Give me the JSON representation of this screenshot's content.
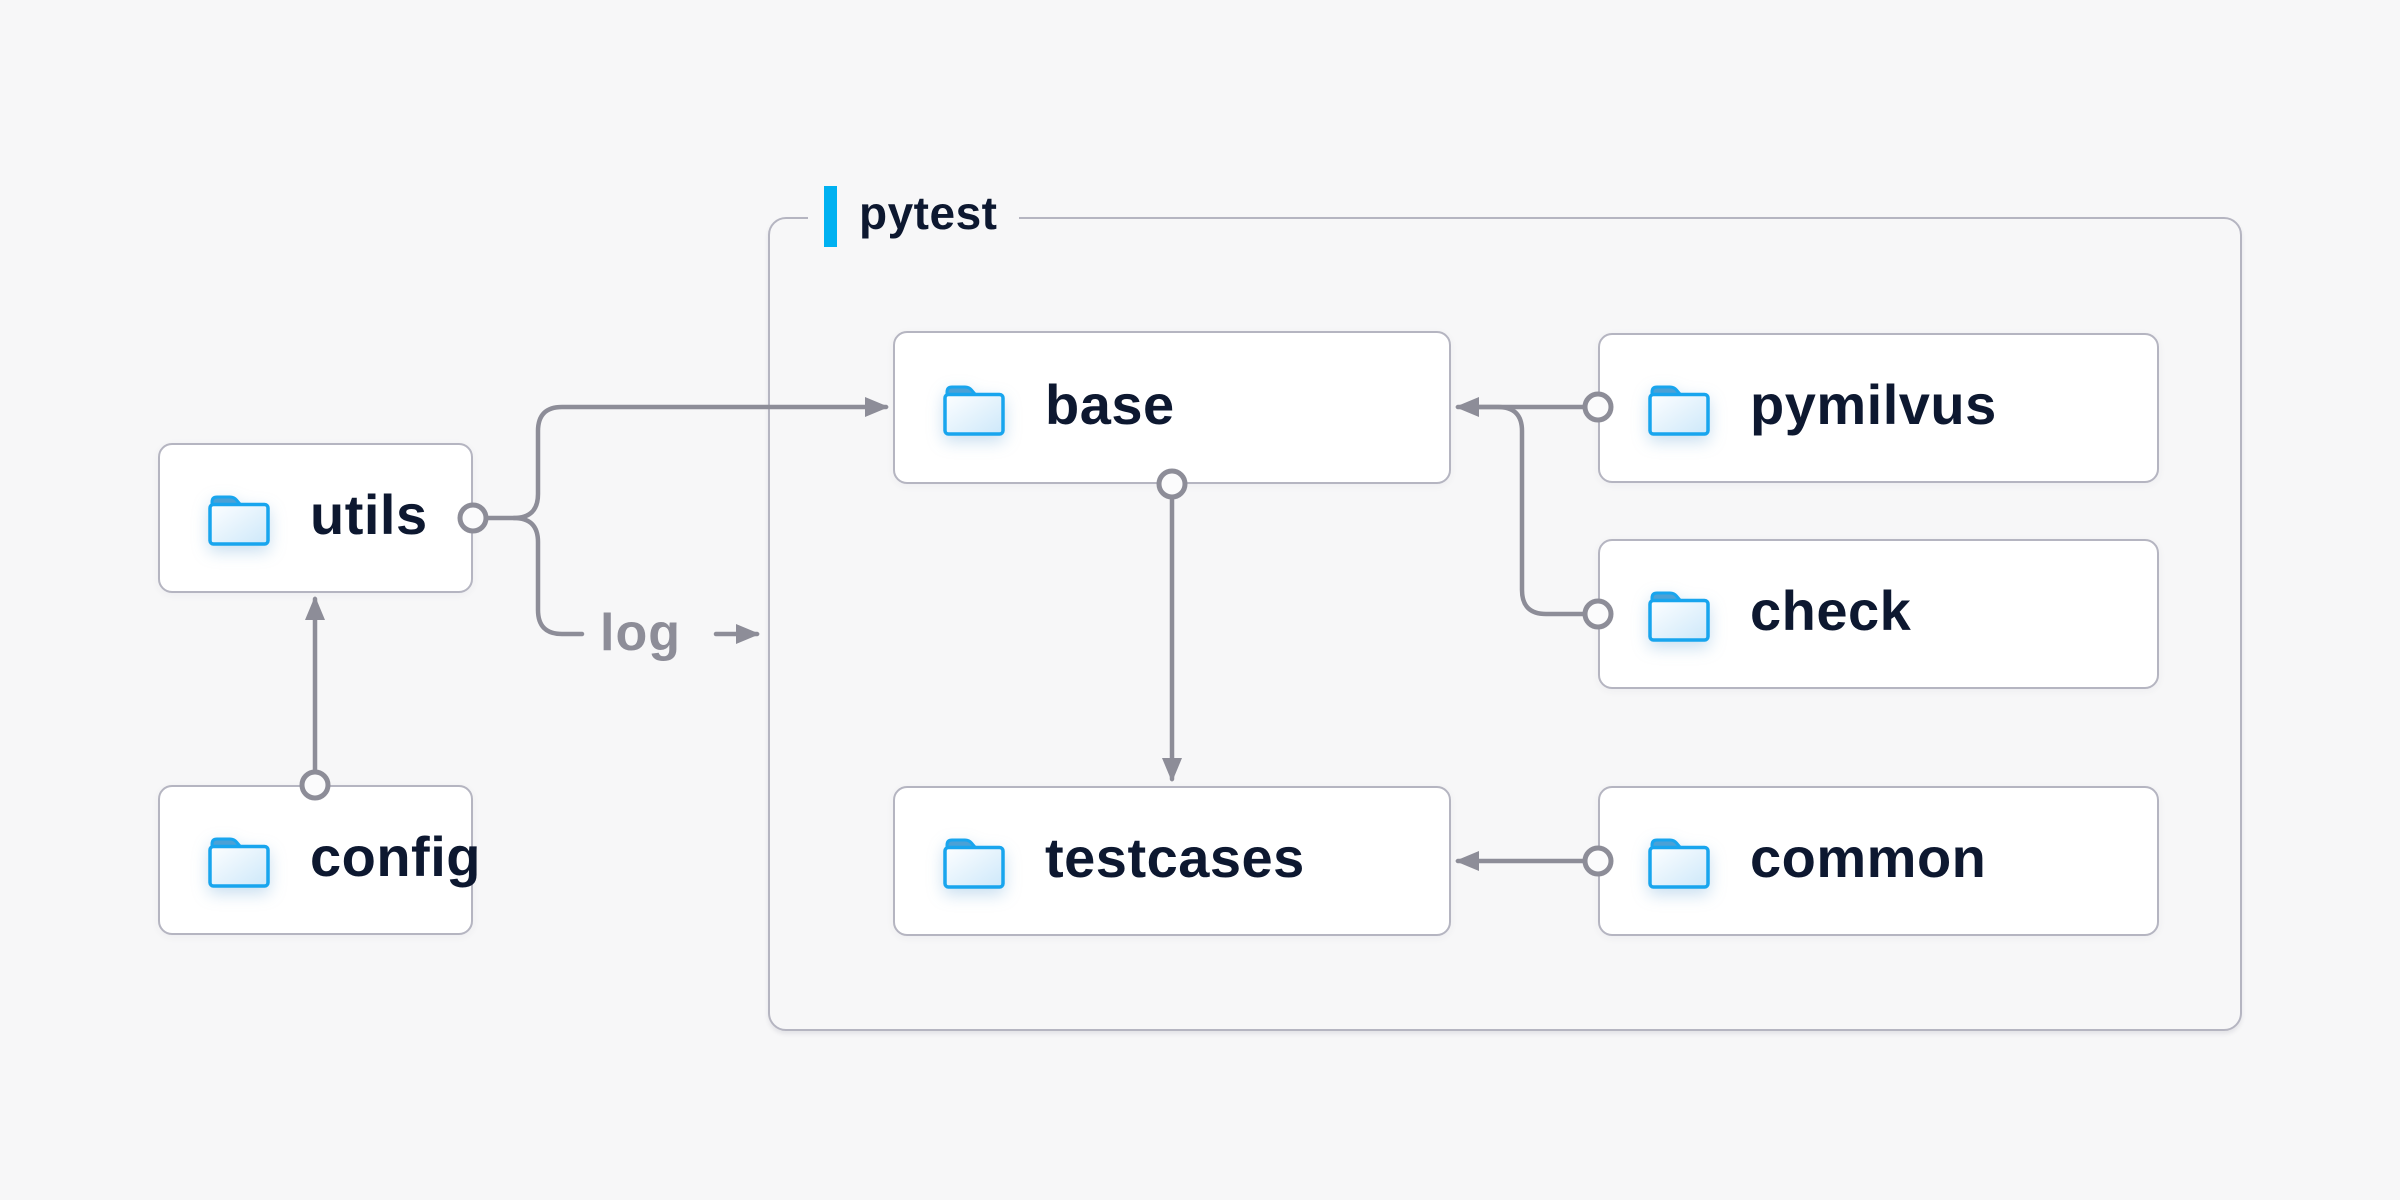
{
  "page": {
    "background_color": "#f7f7f8"
  },
  "diagram": {
    "container": {
      "label": "pytest",
      "accent_color": "#00b1f1"
    },
    "nodes": {
      "utils": {
        "label": "utils",
        "icon": "folder-icon",
        "inside_container": false
      },
      "config": {
        "label": "config",
        "icon": "folder-icon",
        "inside_container": false
      },
      "base": {
        "label": "base",
        "icon": "folder-icon",
        "inside_container": true
      },
      "pymilvus": {
        "label": "pymilvus",
        "icon": "folder-icon",
        "inside_container": true
      },
      "check": {
        "label": "check",
        "icon": "folder-icon",
        "inside_container": true
      },
      "testcases": {
        "label": "testcases",
        "icon": "folder-icon",
        "inside_container": true
      },
      "common": {
        "label": "common",
        "icon": "folder-icon",
        "inside_container": true
      }
    },
    "edges": [
      {
        "from": "config",
        "to": "utils",
        "marker": "arrow",
        "label": ""
      },
      {
        "from": "utils",
        "to": "base",
        "marker": "arrow",
        "label": ""
      },
      {
        "from": "utils",
        "to": "pytest-container",
        "marker": "arrow",
        "label": "log"
      },
      {
        "from": "pymilvus",
        "to": "base",
        "marker": "arrow",
        "label": ""
      },
      {
        "from": "check",
        "to": "base",
        "marker": "arrow",
        "label": ""
      },
      {
        "from": "base",
        "to": "testcases",
        "marker": "arrow",
        "label": ""
      },
      {
        "from": "common",
        "to": "testcases",
        "marker": "arrow",
        "label": ""
      }
    ],
    "edge_label": "log",
    "colors": {
      "line": "#8d8d98",
      "node_border": "#b5b5c1",
      "node_background": "#ffffff",
      "node_label_text": "#0d1830",
      "edge_label_text": "#8d8d98",
      "folder_outline": "#18a5ee",
      "folder_tab": "#4ba1d6",
      "accent_cyan": "#00b1f1"
    }
  }
}
